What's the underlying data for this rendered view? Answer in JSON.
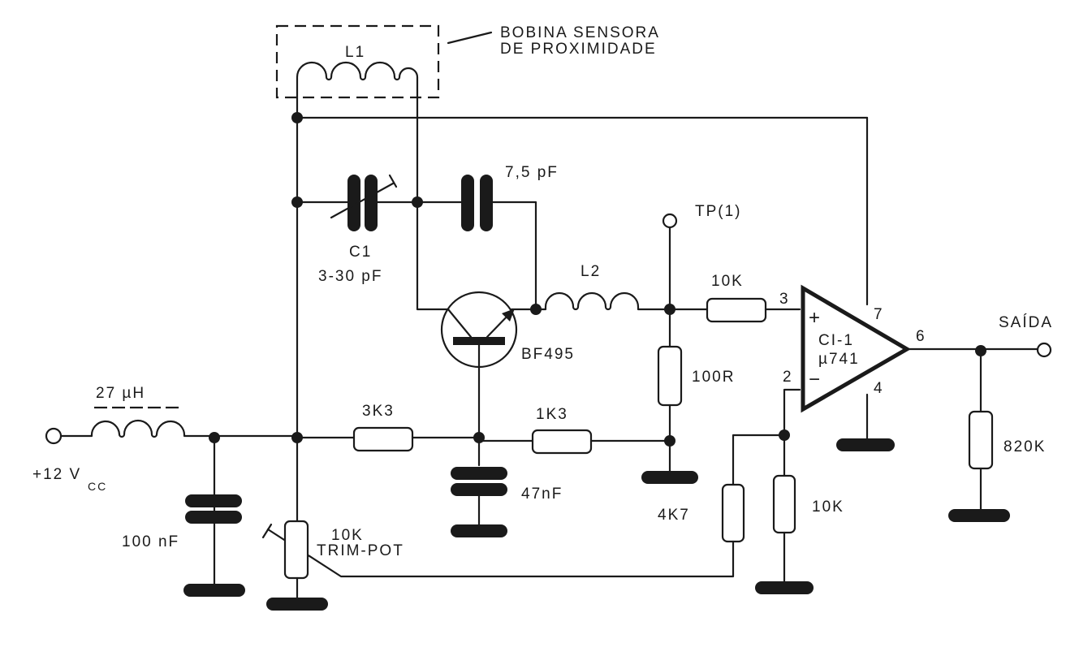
{
  "title": "Proximity sensor circuit schematic",
  "annotations": {
    "sensor_coil_line1": "BOBINA  SENSORA",
    "sensor_coil_line2": "DE  PROXIMIDADE"
  },
  "components": {
    "L1": {
      "label": "L1"
    },
    "C1": {
      "label": "C1",
      "value": "3-30 pF"
    },
    "C_fb": {
      "value": "7,5 pF"
    },
    "Q1": {
      "label": "BF495"
    },
    "L2": {
      "label": "L2"
    },
    "TP": {
      "label": "TP(1)"
    },
    "R_in": {
      "value": "10K"
    },
    "R_100": {
      "value": "100R"
    },
    "R_3k3": {
      "value": "3K3"
    },
    "R_1k3": {
      "value": "1K3"
    },
    "C_47": {
      "value": "47nF"
    },
    "L_choke": {
      "value": "27 µH"
    },
    "C_100": {
      "value": "100 nF"
    },
    "Trim": {
      "value": "10K",
      "label": "TRIM-POT"
    },
    "R_4k7": {
      "value": "4K7"
    },
    "R_10k_b": {
      "value": "10K"
    },
    "R_820": {
      "value": "820K"
    },
    "IC": {
      "label": "CI-1",
      "part": "µ741",
      "pin3": "3",
      "pin2": "2",
      "pin7": "7",
      "pin4": "4",
      "pin6": "6",
      "plus": "+",
      "minus": "−"
    }
  },
  "supply": {
    "label": "+12 V",
    "sub": "CC"
  },
  "output": {
    "label": "SAÍDA"
  }
}
